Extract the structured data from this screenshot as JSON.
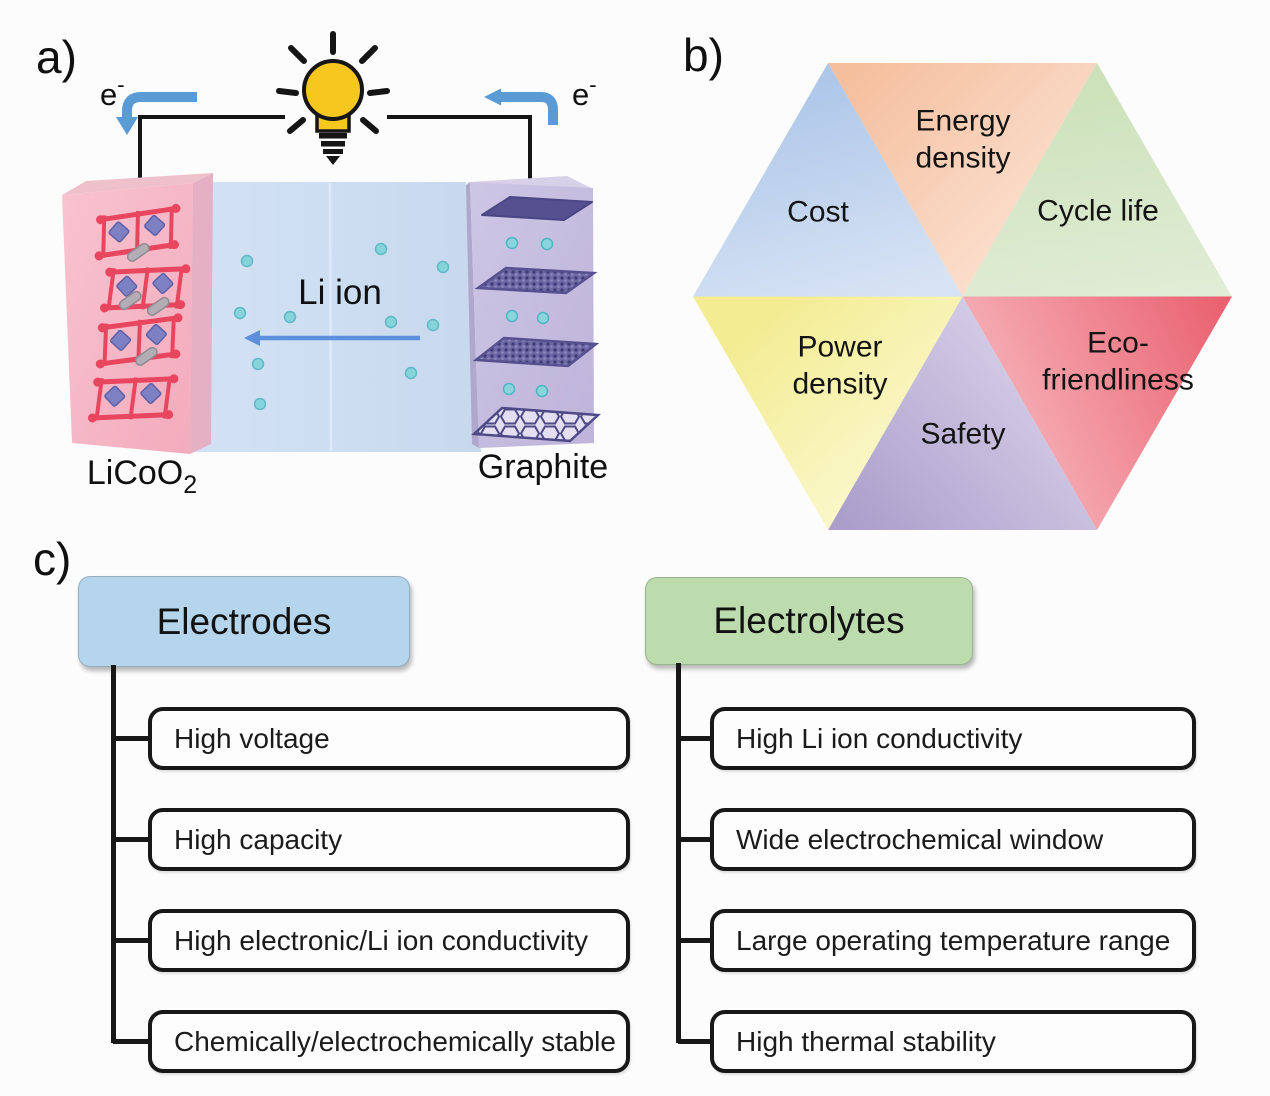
{
  "figure": {
    "background": "#fcfcfc"
  },
  "panel_a": {
    "label": "a)",
    "electron_base": "e",
    "electron_sup": "-",
    "li_ion_label": "Li ion",
    "cathode_label_main": "LiCoO",
    "cathode_label_sub": "2",
    "anode_label": "Graphite",
    "colors": {
      "wire": "#151515",
      "arrow_blue": "#5b9bd5",
      "bulb_yellow": "#f6c71f",
      "cathode_pink": "#f6bac7",
      "electrolyte_blue": "#cfdef1",
      "anode_lavender": "#c6bedf",
      "graphite_purple": "#565090",
      "li_ion_teal": "#8ad4dc",
      "crystal_red": "#e8465f",
      "crystal_blue": "#7d81c3"
    }
  },
  "panel_b": {
    "label": "b)",
    "segments": [
      {
        "name": "energy-density",
        "label": "Energy density",
        "color": "#f5bf9e",
        "color_light": "#fce6d9"
      },
      {
        "name": "cycle-life",
        "label": "Cycle life",
        "color": "#cbe0b8",
        "color_light": "#eff5e9"
      },
      {
        "name": "eco-friendliness",
        "label": "Eco-friendliness",
        "color": "#e95e6d",
        "color_light": "#f7b6bd"
      },
      {
        "name": "safety",
        "label": "Safety",
        "color": "#ab9ecb",
        "color_light": "#ddd8ed"
      },
      {
        "name": "power-density",
        "label": "Power density",
        "color": "#f3ec92",
        "color_light": "#fcfad8"
      },
      {
        "name": "cost",
        "label": "Cost",
        "color": "#aec7e9",
        "color_light": "#d7e3f4"
      }
    ]
  },
  "panel_c": {
    "label": "c)",
    "trees": [
      {
        "header": "Electrodes",
        "header_bg": "#b5d5ec",
        "items": [
          "High voltage",
          "High capacity",
          "High electronic/Li ion conductivity",
          "Chemically/electrochemically stable"
        ]
      },
      {
        "header": "Electrolytes",
        "header_bg": "#bcdcae",
        "items": [
          "High Li ion conductivity",
          "Wide electrochemical window",
          "Large operating temperature range",
          "High thermal stability"
        ]
      }
    ]
  }
}
